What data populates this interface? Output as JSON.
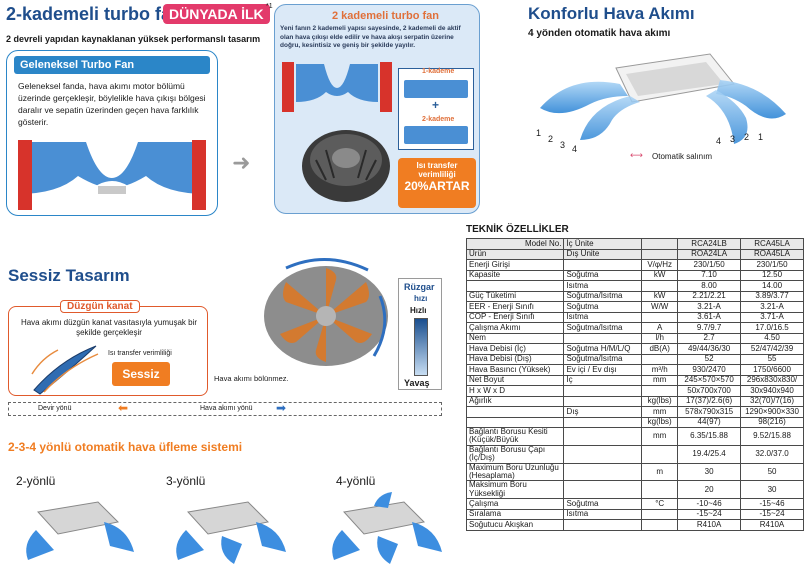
{
  "header": {
    "title": "2-kademeli turbo fan",
    "badge": "DÜNYADA İLK",
    "badge_sup": "*1",
    "subtitle": "2 devreli yapıdan kaynaklanan yüksek performanslı tasarım"
  },
  "conventional": {
    "title": "Geleneksel Turbo Fan",
    "text": "Geleneksel fanda, hava akımı motor bölümü üzerinde gerçekleşir, böylelikle hava çıkışı bölgesi daralır ve sepatin üzerinden geçen hava farklılık gösterir."
  },
  "turbo": {
    "title": "2 kademeli turbo fan",
    "text": "Yeni fanın 2 kademeli yapısı sayesinde, 2 kademeli de aktif olan hava çıkışı elde edilir ve hava akışı serpatin üzerine doğru, kesintisiz ve geniş bir şekilde yayılır.",
    "stage1": "1-kademe",
    "stage2": "2-kademe",
    "plus": "+",
    "badge_line1": "Isı transfer",
    "badge_line2": "verimliliği",
    "badge_value": "20%ARTAR"
  },
  "comfort": {
    "title": "Konforlu Hava Akımı",
    "subtitle": "4 yönden otomatik hava akımı",
    "left_numbers": [
      "1",
      "2",
      "3",
      "4"
    ],
    "right_numbers": [
      "4",
      "3",
      "2",
      "1"
    ],
    "swing_label": "Otomatik salınım"
  },
  "silent": {
    "title": "Sessiz Tasarım",
    "blade_title": "Düzgün kanat",
    "blade_text": "Hava akımı düzgün kanat vasıtasıyla yumuşak bir şekilde gerçekleşir",
    "efficiency_label": "Isı transfer verimliliği",
    "quiet_label": "Sessiz",
    "split_label": "Hava akımı bölünmez.",
    "rotation_label": "Devir yönü",
    "airflow_label": "Hava akımı yönü",
    "wind_title": "Rüzgar",
    "wind_speed": "hızı",
    "fast": "Hızlı",
    "slow": "Yavaş"
  },
  "directions": {
    "title": "2-3-4 yönlü otomatik hava üfleme sistemi",
    "items": [
      "2-yönlü",
      "3-yönlü",
      "4-yönlü"
    ]
  },
  "specs": {
    "title": "TEKNİK ÖZELLİKLER",
    "colors": {
      "accent": "#1f4e8c",
      "orange": "#f07d22",
      "green": "#6a9a2a"
    },
    "rows": [
      [
        "Model No.",
        "İç Ünite",
        "",
        "RCA24LB",
        "RCA45LA"
      ],
      [
        "Ürün",
        "Dış Ünite",
        "",
        "ROA24LA",
        "ROA45LA"
      ],
      [
        "Enerji Girişi",
        "",
        "V/φ/Hz",
        "230/1/50",
        "230/1/50"
      ],
      [
        "Kapasite",
        "Soğutma",
        "kW",
        "7.10",
        "12.50"
      ],
      [
        "",
        "Isıtma",
        "",
        "8.00",
        "14.00"
      ],
      [
        "Güç Tüketimi",
        "Soğutma/Isıtma",
        "kW",
        "2.21/2.21",
        "3.89/3.77"
      ],
      [
        "EER - Enerji Sınıfı",
        "Soğutma",
        "W/W",
        "3.21-A",
        "3.21-A"
      ],
      [
        "COP - Enerji Sınıfı",
        "Isıtma",
        "",
        "3.61-A",
        "3.71-A"
      ],
      [
        "Çalışma Akımı",
        "Soğutma/Isıtma",
        "A",
        "9.7/9.7",
        "17.0/16.5"
      ],
      [
        "Nem",
        "",
        "l/h",
        "2.7",
        "4.50"
      ],
      [
        "Hava Debisi (İç)",
        "Soğutma H/M/L/Q",
        "dB(A)",
        "49/44/36/30",
        "52/47/42/39"
      ],
      [
        "Hava Debisi (Dış)",
        "Soğutma/Isıtma",
        "",
        "52",
        "55"
      ],
      [
        "Hava Basıncı (Yüksek)",
        "Ev içi / Ev dışı",
        "m³/h",
        "930/2470",
        "1750/6600"
      ],
      [
        "Net Boyut",
        "İç",
        "mm",
        "245×570×570",
        "296x830x830/"
      ],
      [
        "H x W x D",
        "",
        "",
        "50x700x700",
        "30x940x940"
      ],
      [
        "Ağırlık",
        "",
        "kg(lbs)",
        "17(37)/2.6(6)",
        "32(70)/7(16)"
      ],
      [
        "",
        "Dış",
        "mm",
        "578x790x315",
        "1290×900×330"
      ],
      [
        "",
        "",
        "kg(lbs)",
        "44(97)",
        "98(216)"
      ],
      [
        "Bağlantı Borusu Kesiti (Küçük/Büyük",
        "",
        "mm",
        "6.35/15.88",
        "9.52/15.88"
      ],
      [
        "Bağlantı Borusu Çapı (İç/Dış)",
        "",
        "",
        "19.4/25.4",
        "32.0/37.0"
      ],
      [
        "Maximum Boru Uzunluğu (Hesaplama)",
        "",
        "m",
        "30",
        "50"
      ],
      [
        "Maksimum Boru Yüksekliği",
        "",
        "",
        "20",
        "30"
      ],
      [
        "Çalışma",
        "Soğutma",
        "°C",
        "-10~46",
        "-15~46"
      ],
      [
        "Sıralama",
        "Isıtma",
        "",
        "-15~24",
        "-15~24"
      ],
      [
        "Soğutucu Akışkan",
        "",
        "",
        "R410A",
        "R410A"
      ]
    ]
  }
}
